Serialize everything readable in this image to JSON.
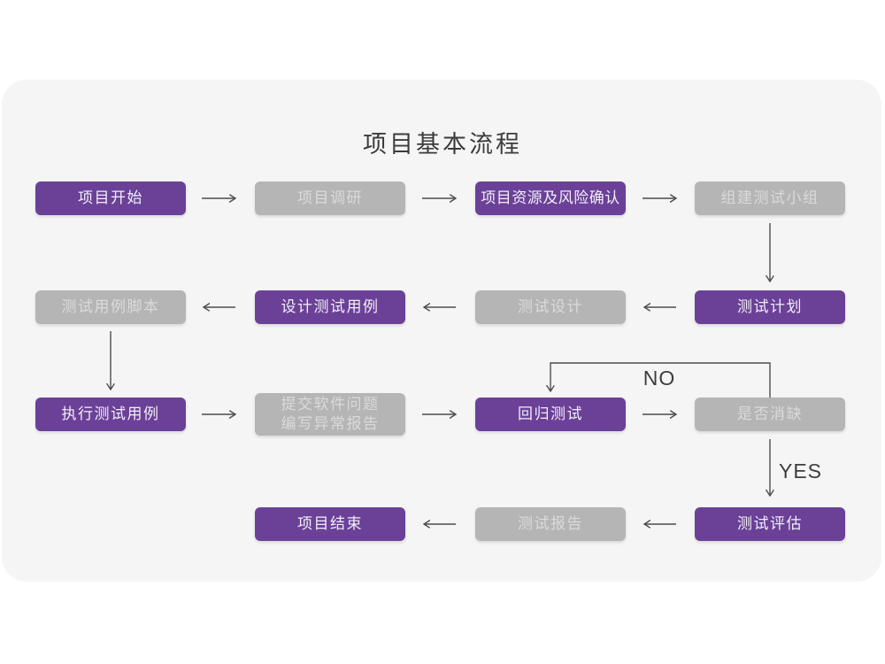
{
  "title": "项目基本流程",
  "colors": {
    "accent_purple": "#6b4198",
    "node_gray": "#b5b5b5",
    "card_background": "#f6f5f6",
    "arrow": "#4d4d4d",
    "title_text": "#3c3c3c"
  },
  "nodes": [
    {
      "id": "project-start",
      "label": "项目开始",
      "variant": "purple"
    },
    {
      "id": "project-research",
      "label": "项目调研",
      "variant": "gray"
    },
    {
      "id": "project-resources-risk",
      "label": "项目资源及风险确认",
      "variant": "purple"
    },
    {
      "id": "form-test-team",
      "label": "组建测试小组",
      "variant": "gray"
    },
    {
      "id": "test-plan",
      "label": "测试计划",
      "variant": "purple"
    },
    {
      "id": "test-design",
      "label": "测试设计",
      "variant": "gray"
    },
    {
      "id": "design-test-cases",
      "label": "设计测试用例",
      "variant": "purple"
    },
    {
      "id": "test-case-scripts",
      "label": "测试用例脚本",
      "variant": "gray"
    },
    {
      "id": "execute-test-cases",
      "label": "执行测试用例",
      "variant": "purple"
    },
    {
      "id": "submit-issue-report",
      "label": "提交软件问题\n编写异常报告",
      "variant": "gray"
    },
    {
      "id": "regression-test",
      "label": "回归测试",
      "variant": "purple"
    },
    {
      "id": "defect-resolved",
      "label": "是否消缺",
      "variant": "gray"
    },
    {
      "id": "test-evaluation",
      "label": "测试评估",
      "variant": "purple"
    },
    {
      "id": "test-report",
      "label": "测试报告",
      "variant": "gray"
    },
    {
      "id": "project-end",
      "label": "项目结束",
      "variant": "purple"
    }
  ],
  "edges": [
    {
      "from": "project-start",
      "to": "project-research"
    },
    {
      "from": "project-research",
      "to": "project-resources-risk"
    },
    {
      "from": "project-resources-risk",
      "to": "form-test-team"
    },
    {
      "from": "form-test-team",
      "to": "test-plan"
    },
    {
      "from": "test-plan",
      "to": "test-design"
    },
    {
      "from": "test-design",
      "to": "design-test-cases"
    },
    {
      "from": "design-test-cases",
      "to": "test-case-scripts"
    },
    {
      "from": "test-case-scripts",
      "to": "execute-test-cases"
    },
    {
      "from": "execute-test-cases",
      "to": "submit-issue-report"
    },
    {
      "from": "submit-issue-report",
      "to": "regression-test"
    },
    {
      "from": "regression-test",
      "to": "defect-resolved"
    },
    {
      "from": "defect-resolved",
      "to": "regression-test",
      "label": "NO"
    },
    {
      "from": "defect-resolved",
      "to": "test-evaluation",
      "label": "YES"
    },
    {
      "from": "test-evaluation",
      "to": "test-report"
    },
    {
      "from": "test-report",
      "to": "project-end"
    }
  ]
}
